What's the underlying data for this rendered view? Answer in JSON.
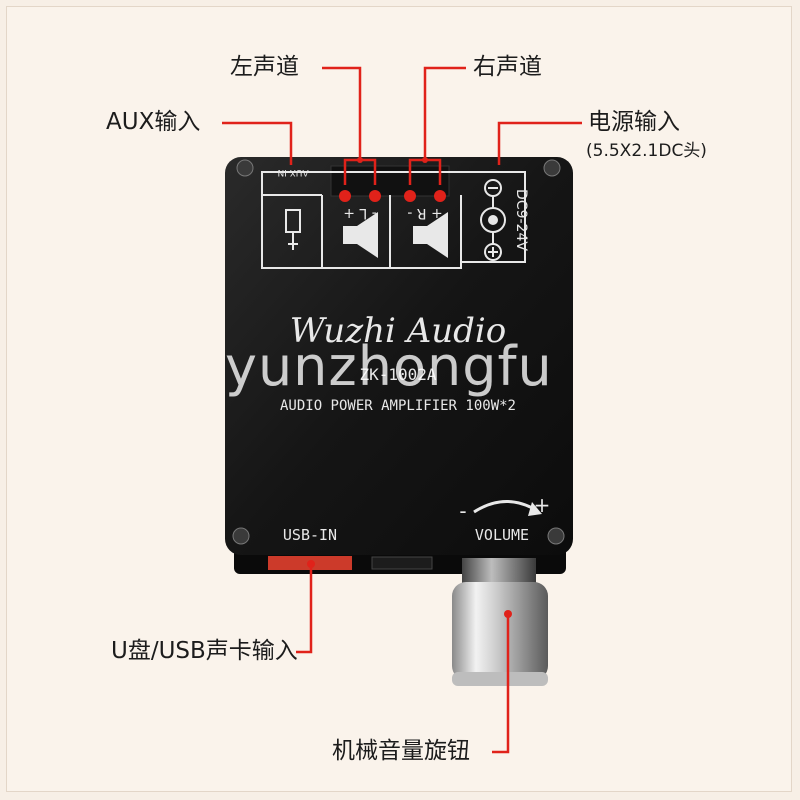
{
  "labels": {
    "left_channel": "左声道",
    "right_channel": "右声道",
    "aux_input": "AUX输入",
    "power_input": "电源输入",
    "power_spec": "(5.5X2.1DC头)",
    "usb_input": "U盘/USB声卡输入",
    "volume_knob": "机械音量旋钮"
  },
  "board": {
    "brand": "Wuzhi Audio",
    "model": "ZK-1002A",
    "description": "AUDIO POWER AMPLIFIER 100W*2",
    "aux_port": "AUX-IN",
    "left_terminal": "- L +",
    "right_terminal": "+ R -",
    "dc_spec": "DC9-24V",
    "usb_port": "USB-IN",
    "volume": "VOLUME",
    "vol_minus": "-",
    "vol_plus": "+"
  },
  "watermark": "yunzhongfu",
  "colors": {
    "pointer": "#e0221a",
    "board": "#141414",
    "silkscreen": "#e8e8e8",
    "background": "#f7efe6"
  }
}
